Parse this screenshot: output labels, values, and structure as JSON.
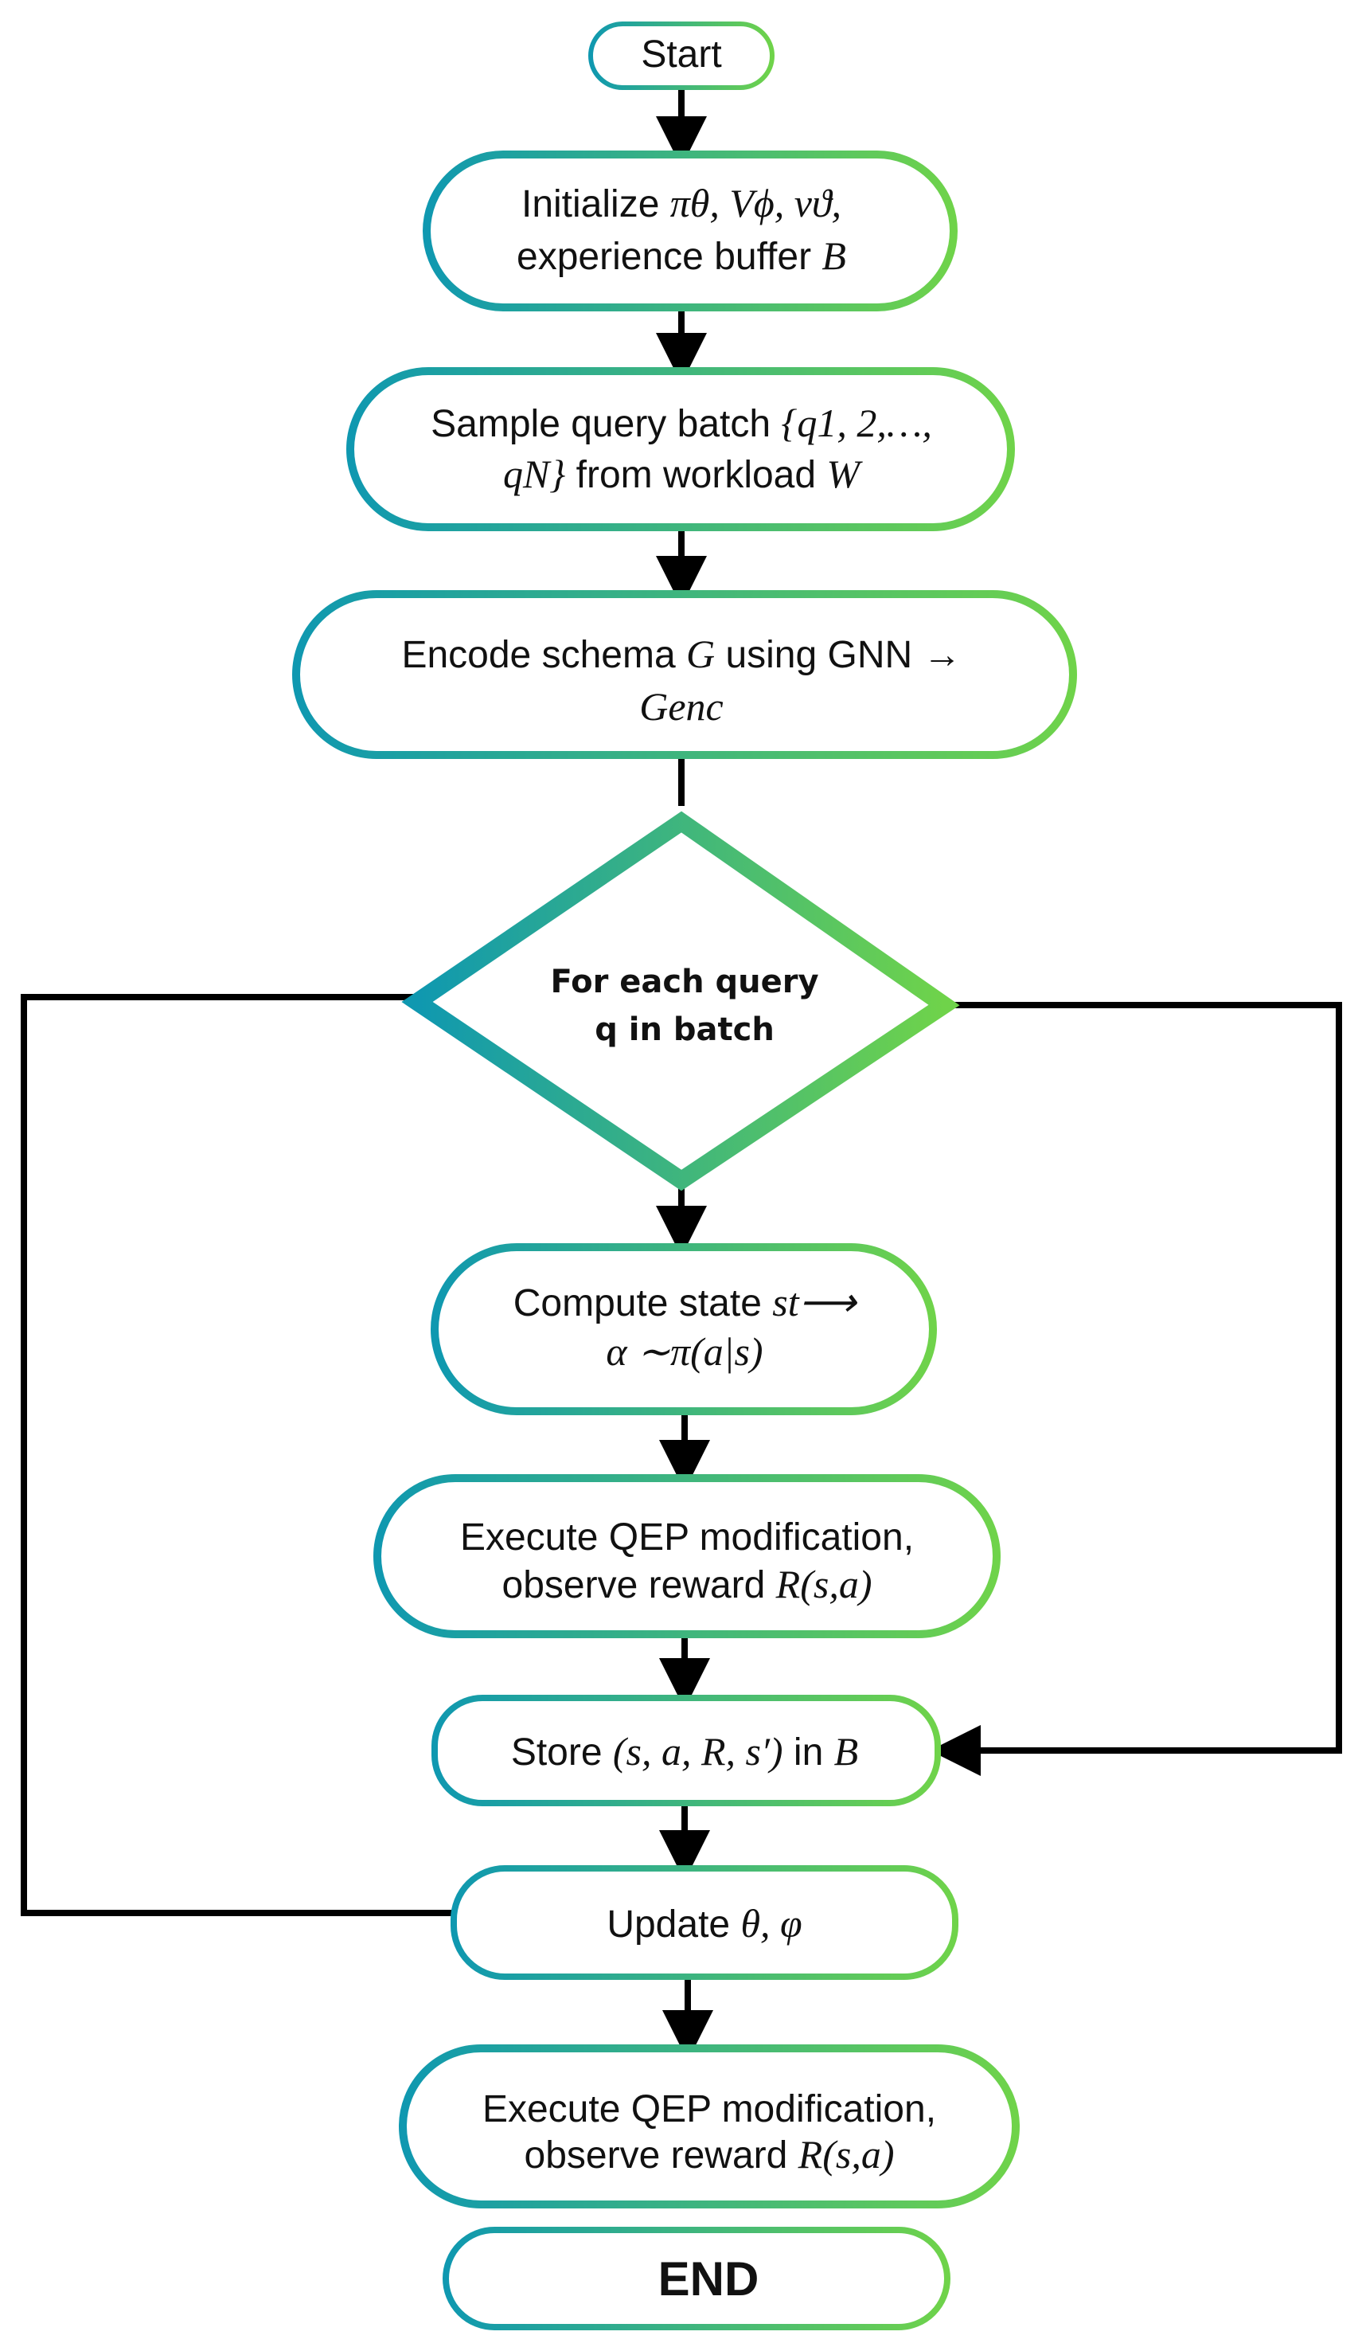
{
  "nodes": {
    "start": {
      "line1": "Start"
    },
    "init": {
      "line1_text": "Initialize ",
      "line1_math": "πθ, Vϕ, vϑ,",
      "line2_text": "experience buffer ",
      "line2_math": "B"
    },
    "sample": {
      "line1_text": "Sample query batch ",
      "line1_math": "{q1, 2,…,",
      "line2_math": "qN}",
      "line2_text": " from workload ",
      "line2_math2": "W"
    },
    "encode": {
      "line1_text": "Encode schema ",
      "line1_math": "G",
      "line1_text2": " using GNN →",
      "line2_math": "Genc"
    },
    "loop": {
      "line1": "For each query",
      "line2": "q in batch"
    },
    "compute": {
      "line1_text": "Compute state ",
      "line1_math": "st⟶",
      "line2_math": "α ∼π(a|s)"
    },
    "execute": {
      "line1": "Execute QEP modification,",
      "line2_text": "observe reward ",
      "line2_math": "R(s,a)"
    },
    "store": {
      "line1_text": "Store ",
      "line1_math": "(s, a, R, s′)",
      "line1_text2": " in ",
      "line1_math2": "B"
    },
    "update": {
      "line1_text": "Update ",
      "line1_math": "θ, φ"
    },
    "execute_final": {
      "line1": "Execute QEP modification,",
      "line2_text": "observe reward ",
      "line2_math": "R(s,a)"
    },
    "end": {
      "line1": "END"
    }
  },
  "colors": {
    "gradient_start": "#0f98b0",
    "gradient_end": "#6fd34a",
    "edge": "#000000"
  }
}
